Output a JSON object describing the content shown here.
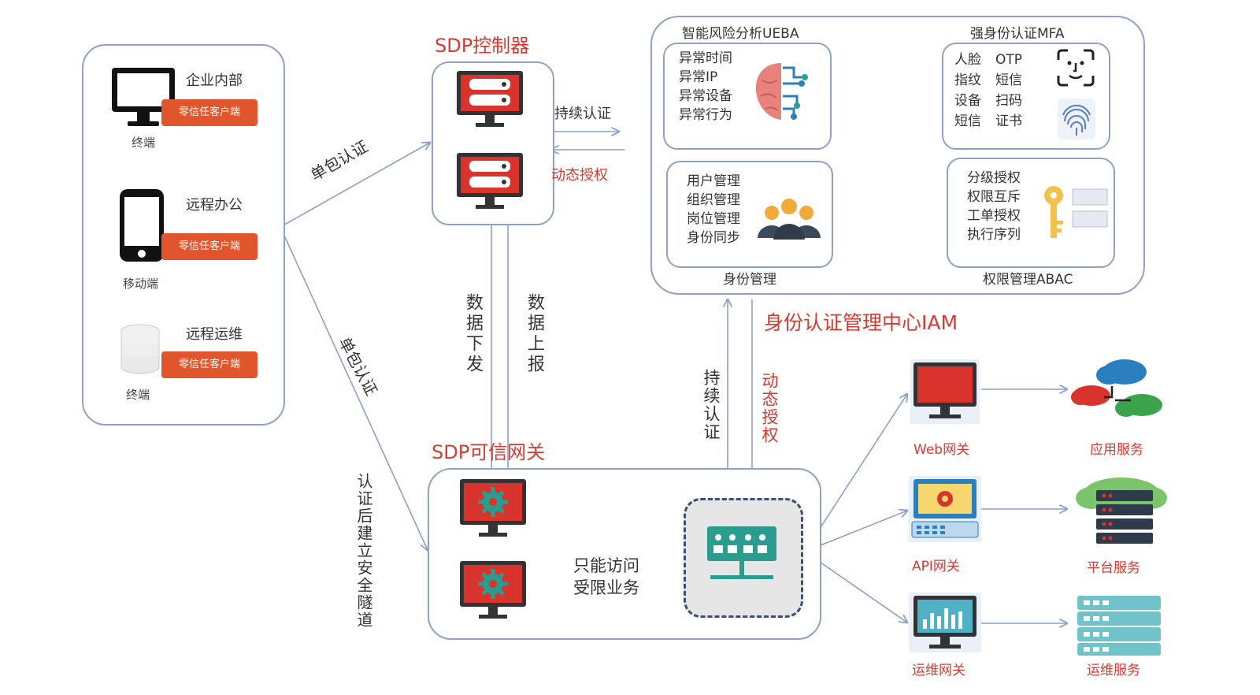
{
  "clients": {
    "enterprise_label": "企业内部",
    "enterprise_caption": "终端",
    "remote_office_label": "远程办公",
    "remote_office_caption": "移动端",
    "remote_ops_label": "远程运维",
    "remote_ops_caption": "终端",
    "client_tag": "零信任客户端"
  },
  "controller": {
    "title": "SDP控制器",
    "continuous_auth": "持续认证",
    "dynamic_authz": "动态授权",
    "data_down": "数据下发",
    "data_up": "数据上报"
  },
  "spa_upper": "单包认证",
  "spa_lower": "单包认证",
  "tunnel": "认证后建立安全隧道",
  "iam": {
    "title": "身份认证管理中心IAM",
    "ueba": {
      "title": "智能风险分析UEBA",
      "items": [
        "异常时间",
        "异常IP",
        "异常设备",
        "异常行为"
      ]
    },
    "mfa": {
      "title": "强身份认证MFA",
      "items": [
        "人脸",
        "OTP",
        "指纹",
        "短信",
        "设备",
        "扫码",
        "短信",
        "证书"
      ]
    },
    "identity": {
      "title": "身份管理",
      "items": [
        "用户管理",
        "组织管理",
        "岗位管理",
        "身份同步"
      ]
    },
    "abac": {
      "title": "权限管理ABAC",
      "items": [
        "分级授权",
        "权限互斥",
        "工单授权",
        "执行序列"
      ]
    }
  },
  "gateway": {
    "title": "SDP可信网关",
    "restricted_access": [
      "只能访问",
      "受限业务"
    ],
    "continuous_auth": "持续认证",
    "dynamic_authz": "动态授权"
  },
  "right": {
    "web_gateway": "Web网关",
    "api_gateway": "API网关",
    "ops_gateway": "运维网关",
    "app_service": "应用服务",
    "platform_service": "平台服务",
    "ops_service": "运维服务"
  },
  "colors": {
    "accent_red": "#d63a32",
    "tag_orange": "#e0552b",
    "box_border": "#8fa3c0",
    "teal": "#2a9d8f"
  }
}
